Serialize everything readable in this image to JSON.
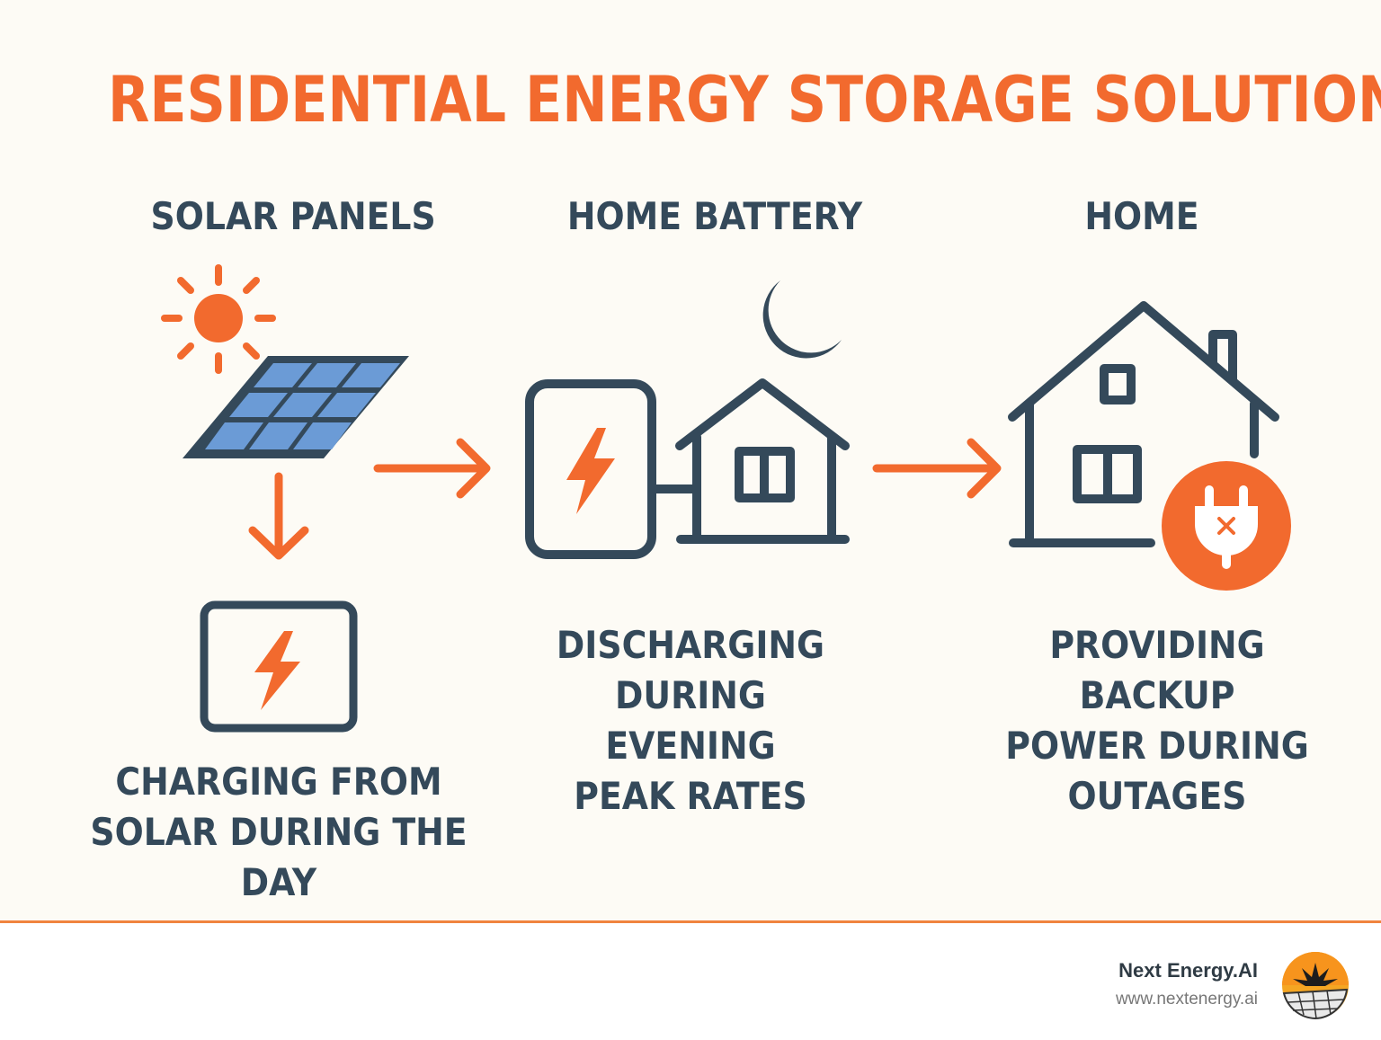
{
  "title": "RESIDENTIAL ENERGY STORAGE SOLUTIONS",
  "stages": [
    {
      "heading": "SOLAR PANELS",
      "caption": "CHARGING FROM\nSOLAR DURING THE DAY"
    },
    {
      "heading": "HOME BATTERY",
      "caption": "DISCHARGING\nDURING EVENING\nPEAK RATES"
    },
    {
      "heading": "HOME",
      "caption": "PROVIDING BACKUP\nPOWER DURING\nOUTAGES"
    }
  ],
  "footer": {
    "brand": "Next Energy.AI",
    "url": "www.nextenergy.ai"
  },
  "colors": {
    "accent": "#f26a2e",
    "dark": "#34495a",
    "panel_cell": "#6b9bd6",
    "background": "#fdfbf5"
  },
  "icons": [
    "sun-icon",
    "solar-panel-icon",
    "battery-icon",
    "house-icon",
    "moon-icon",
    "plug-icon",
    "arrow-right-icon",
    "arrow-down-icon"
  ]
}
